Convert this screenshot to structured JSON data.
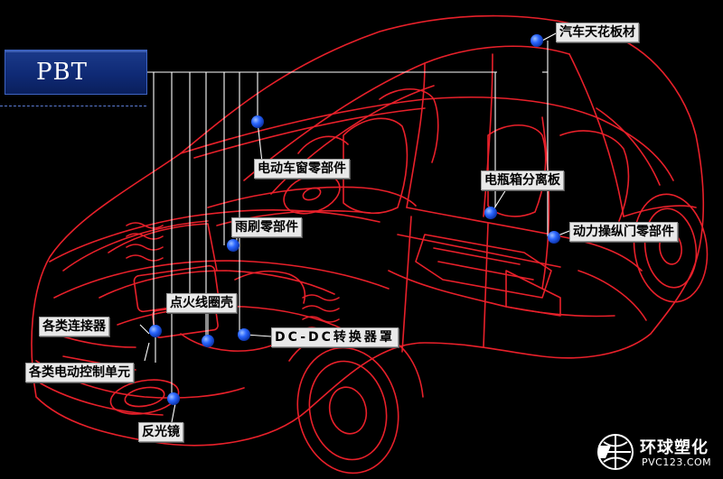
{
  "title": "PBT",
  "labels": {
    "roof": "汽车天花板材",
    "window": "电动车窗零部件",
    "battery": "电瓶箱分离板",
    "wiper": "雨刷零部件",
    "door": "动力操纵门零部件",
    "ignition": "点火线圈壳",
    "connectors": "各类连接器",
    "dcdc": "DC-DC转换器罩",
    "ecu": "各类电动控制单元",
    "reflector": "反光镜"
  },
  "logo": {
    "name_cn": "环球塑化",
    "site": "PVC123.COM"
  },
  "colors": {
    "background": "#000000",
    "car_outline": "#e8202a",
    "marker": "#1b5cff",
    "leader": "#ffffff",
    "title_bar": "#0f2a75"
  },
  "icons": [
    "globe-logo-icon"
  ]
}
